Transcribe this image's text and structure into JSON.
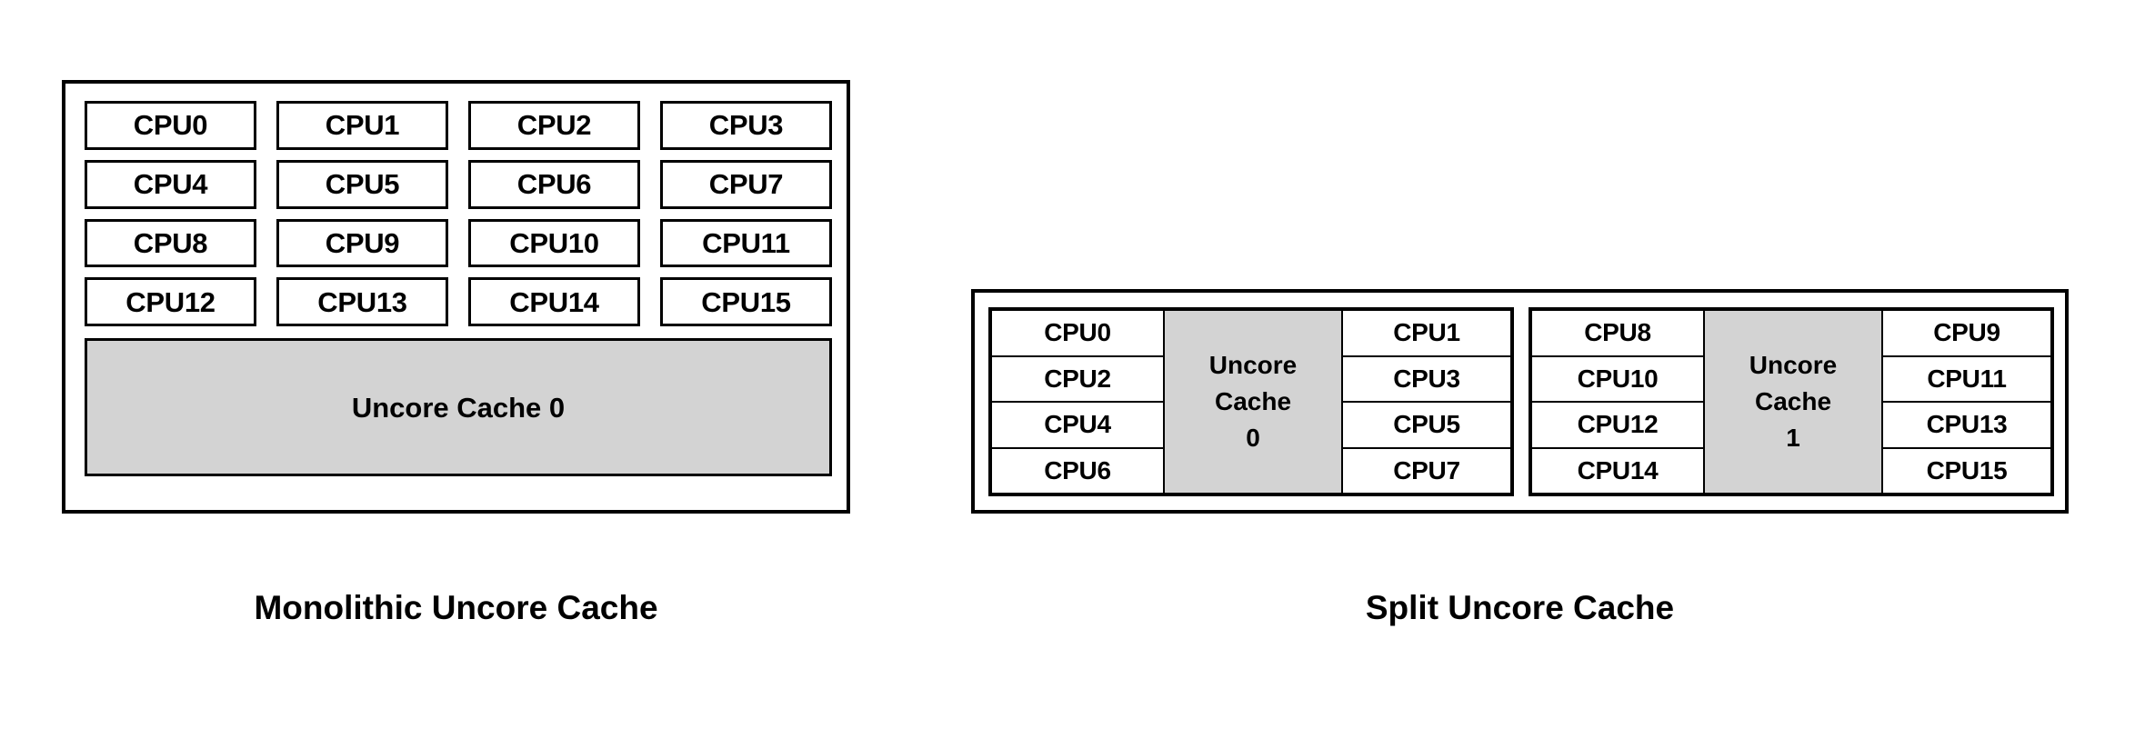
{
  "diagram": {
    "title_left": "Monolithic Uncore Cache",
    "title_right": "Split Uncore Cache",
    "colors": {
      "cache_fill": "#D3D3D3",
      "cell_fill": "#FFFFFF",
      "border": "#000000",
      "background": "#FFFFFF"
    }
  },
  "monolithic": {
    "caption": "Monolithic Uncore Cache",
    "cpus": [
      "CPU0",
      "CPU1",
      "CPU2",
      "CPU3",
      "CPU4",
      "CPU5",
      "CPU6",
      "CPU7",
      "CPU8",
      "CPU9",
      "CPU10",
      "CPU11",
      "CPU12",
      "CPU13",
      "CPU14",
      "CPU15"
    ],
    "cache": {
      "label": "Uncore Cache 0",
      "index": "0"
    }
  },
  "split": {
    "caption": "Split Uncore Cache",
    "groups": [
      {
        "cache": {
          "line1": "Uncore",
          "line2": "Cache",
          "line3": "0"
        },
        "left_column": [
          "CPU0",
          "CPU2",
          "CPU4",
          "CPU6"
        ],
        "right_column": [
          "CPU1",
          "CPU3",
          "CPU5",
          "CPU7"
        ]
      },
      {
        "cache": {
          "line1": "Uncore",
          "line2": "Cache",
          "line3": "1"
        },
        "left_column": [
          "CPU8",
          "CPU10",
          "CPU12",
          "CPU14"
        ],
        "right_column": [
          "CPU9",
          "CPU11",
          "CPU13",
          "CPU15"
        ]
      }
    ]
  }
}
